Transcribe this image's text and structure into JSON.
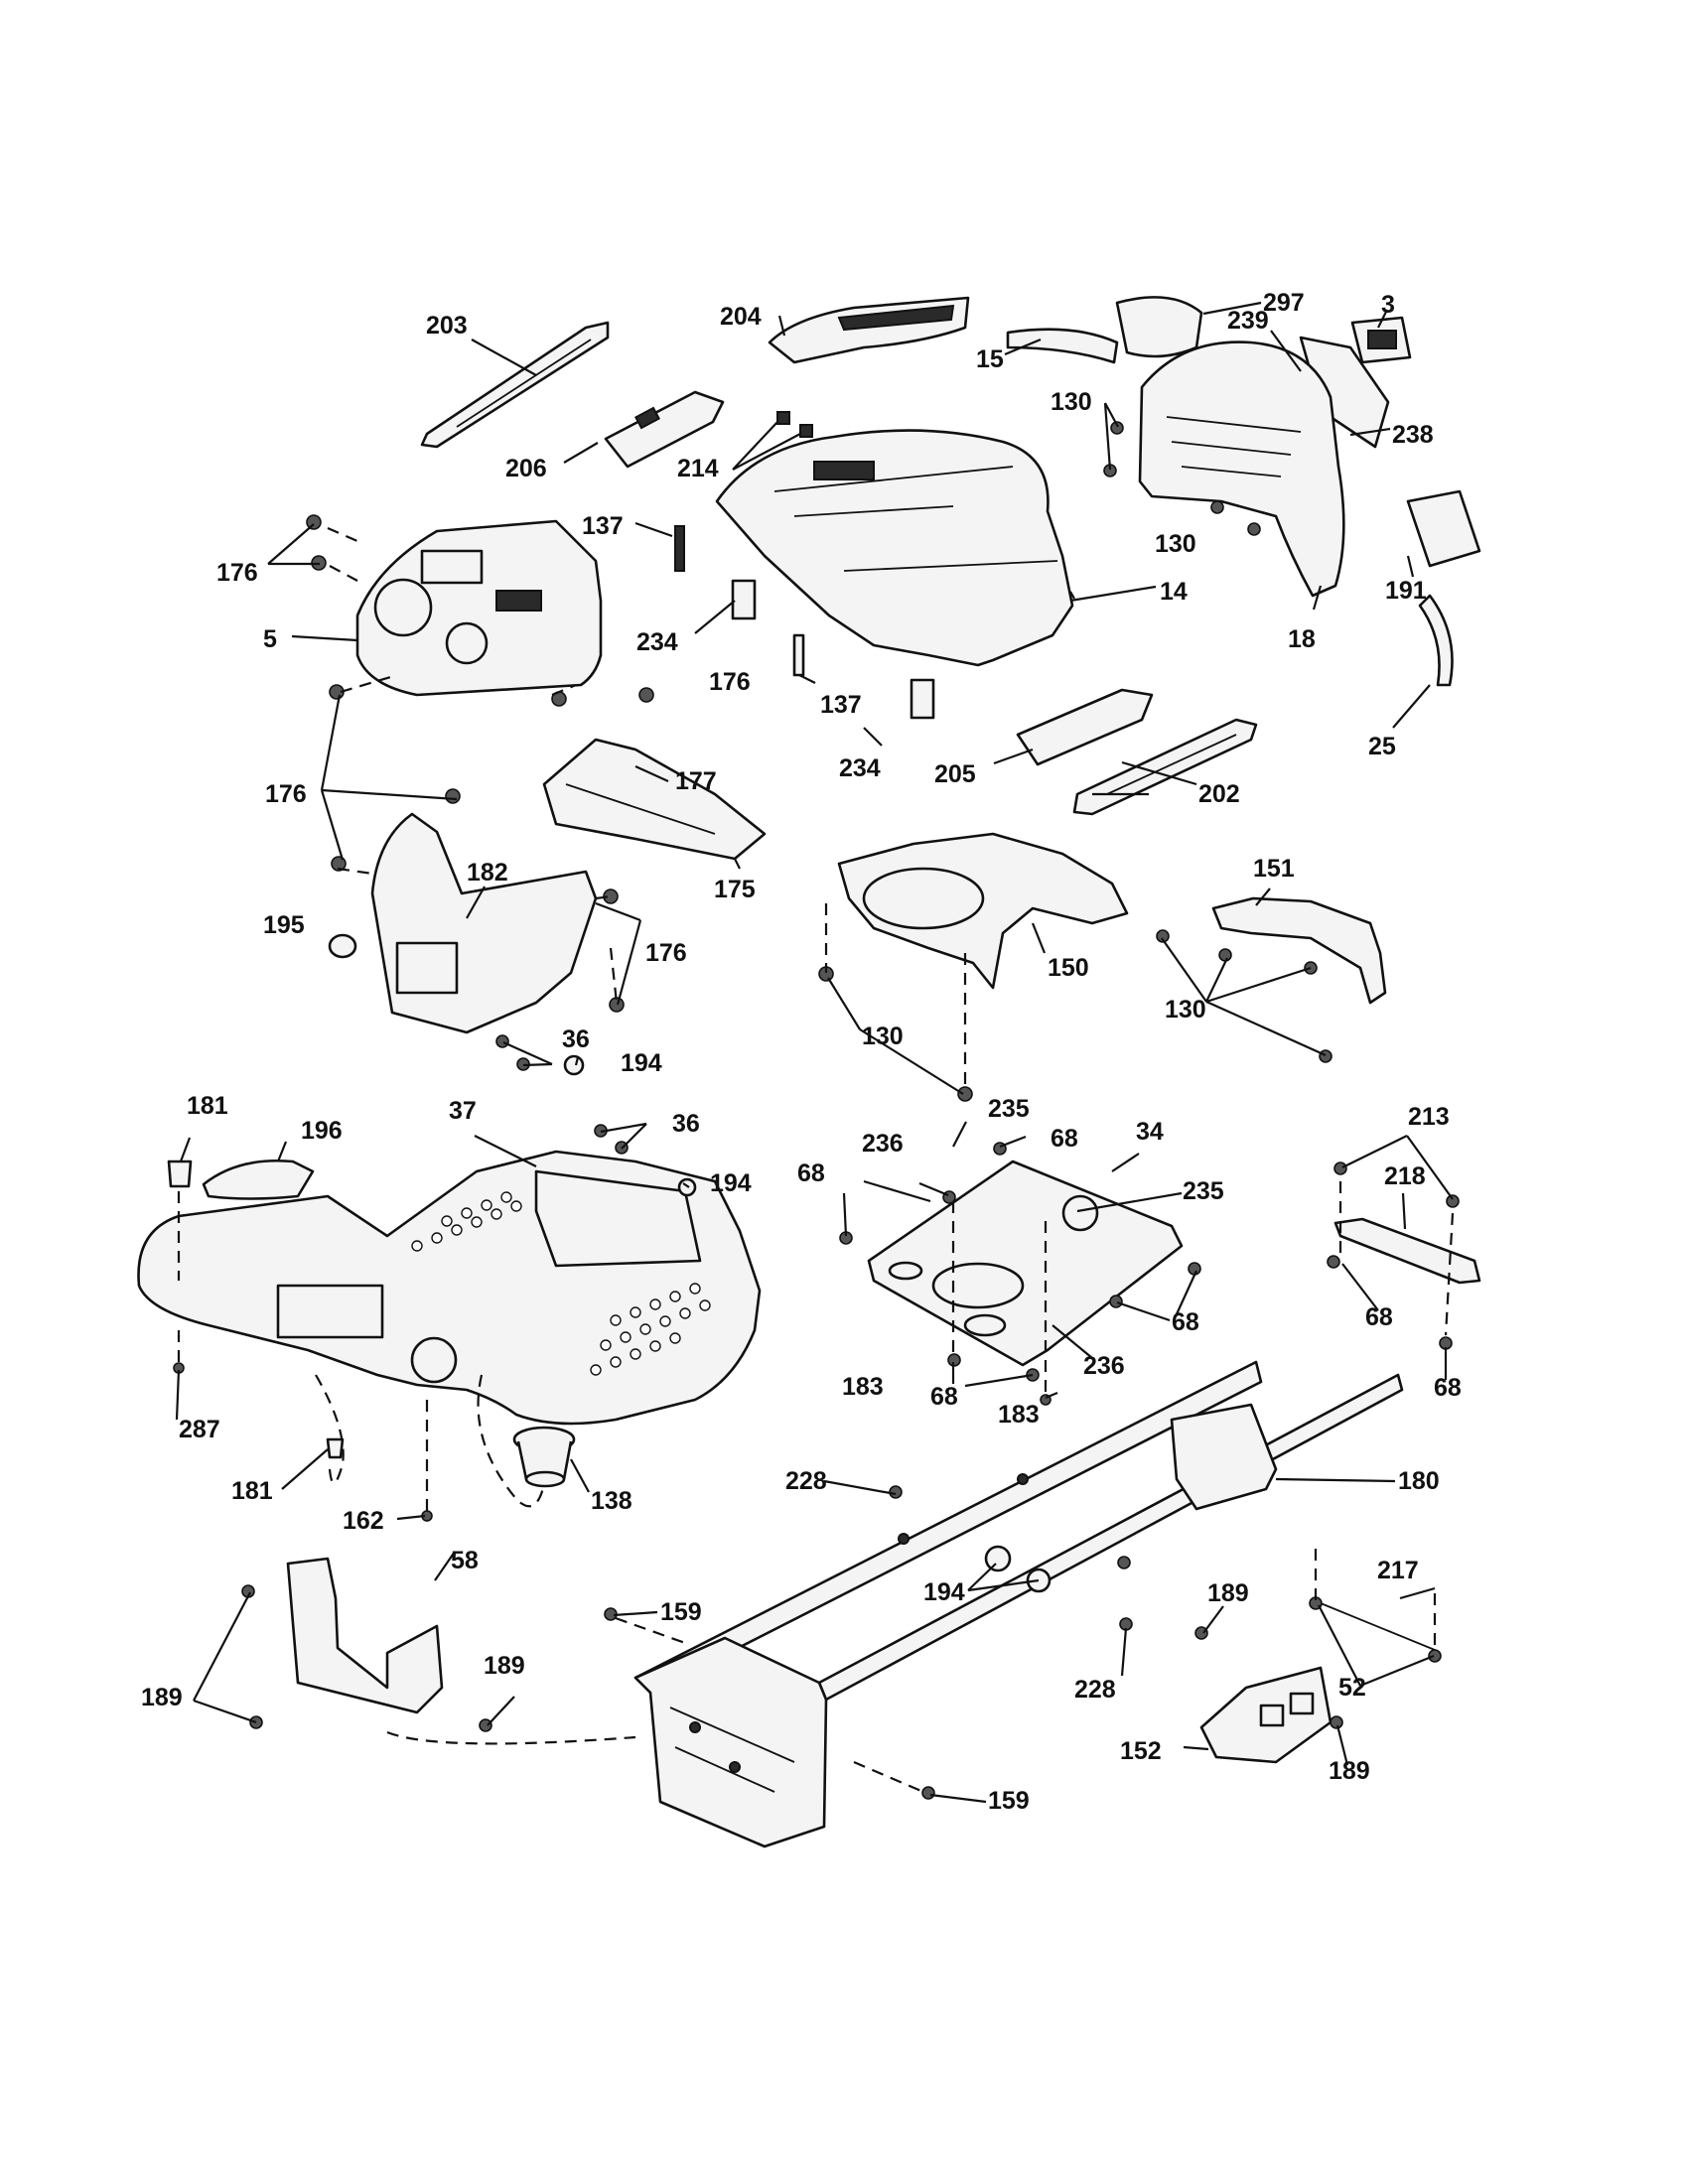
{
  "callouts": {
    "c297": "297",
    "c3": "3",
    "c204": "204",
    "c203": "203",
    "c15": "15",
    "c239": "239",
    "c238": "238",
    "c130": "130",
    "c206": "206",
    "c214": "214",
    "c137": "137",
    "c176": "176",
    "c5": "5",
    "c234": "234",
    "c14": "14",
    "c191": "191",
    "c18": "18",
    "c25": "25",
    "c205": "205",
    "c202": "202",
    "c177": "177",
    "c175": "175",
    "c151": "151",
    "c182": "182",
    "c195": "195",
    "c150": "150",
    "c36": "36",
    "c194": "194",
    "c181": "181",
    "c196": "196",
    "c37": "37",
    "c235": "235",
    "c236": "236",
    "c68": "68",
    "c34": "34",
    "c213": "213",
    "c218": "218",
    "c183": "183",
    "c287": "287",
    "c228": "228",
    "c180": "180",
    "c162": "162",
    "c138": "138",
    "c58": "58",
    "c189": "189",
    "c159": "159",
    "c217": "217",
    "c52": "52",
    "c152": "152"
  }
}
